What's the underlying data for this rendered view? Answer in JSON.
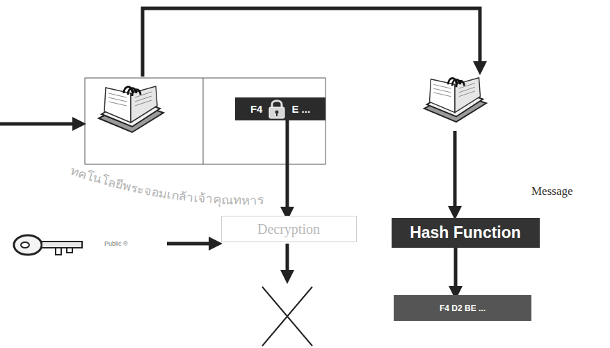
{
  "diagram": {
    "nodes": [
      {
        "text": [
          "F4",
          "E ..."
        ]
      },
      {
        "text": [
          "Decryption"
        ]
      },
      {
        "text": [
          "Hash Function"
        ]
      },
      {
        "text": [
          "F4 D2 BE ..."
        ]
      }
    ],
    "edges": [
      {
        "from": 0,
        "to": 1,
        "arrow": "to"
      },
      {
        "from": 2,
        "to": 3,
        "arrow": "to"
      }
    ],
    "labels": [
      "Public ®",
      "Message",
      "ทคโนโลยีพระจอมเกล้าเจ้าคุณทหาร"
    ]
  }
}
